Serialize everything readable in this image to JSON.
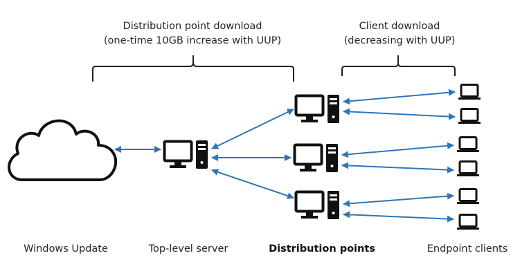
{
  "annotations": {
    "distribution_download": {
      "line1": "Distribution point download",
      "line2": "(one-time 10GB increase with UUP)"
    },
    "client_download": {
      "line1": "Client download",
      "line2": "(decreasing with UUP)"
    }
  },
  "labels": {
    "windows_update": "Windows Update",
    "top_level_server": "Top-level server",
    "distribution_points": "Distribution points",
    "endpoint_clients": "Endpoint clients"
  },
  "nodes": {
    "cloud": {
      "icon": "cloud-icon",
      "name": "Windows Update"
    },
    "top_server": {
      "icon": "desktop-tower-icon",
      "name": "Top-level server"
    },
    "distribution_points": [
      {
        "icon": "desktop-tower-icon",
        "clients": 2
      },
      {
        "icon": "desktop-tower-icon",
        "clients": 2
      },
      {
        "icon": "desktop-tower-icon",
        "clients": 2
      }
    ],
    "endpoint_clients": {
      "icon": "laptop-icon",
      "count": 6
    }
  },
  "colors": {
    "arrow": "#2E75B6",
    "icon": "#111111",
    "text": "#262626"
  }
}
